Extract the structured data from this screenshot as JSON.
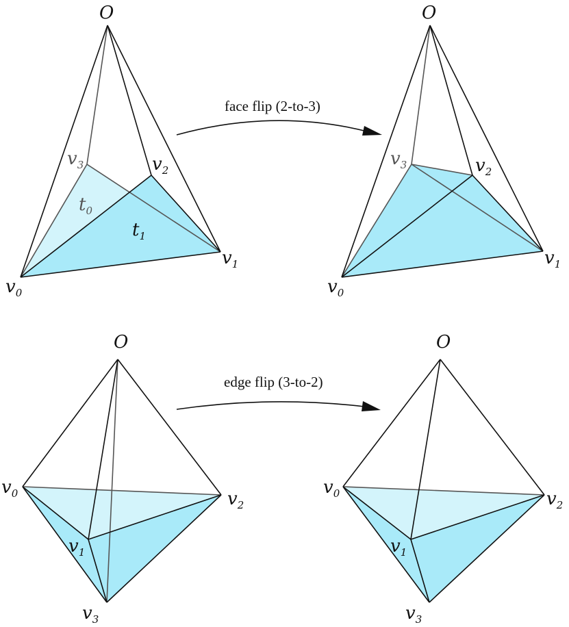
{
  "captions": {
    "face_flip": "face flip (2-to-3)",
    "edge_flip": "edge flip (3-to-2)"
  },
  "labels": {
    "O": "O",
    "v": "v",
    "t": "t",
    "sub0": "0",
    "sub1": "1",
    "sub2": "2",
    "sub3": "3"
  },
  "colors": {
    "face_front": "#a9eaf9",
    "face_back": "#d3f4fb",
    "edge": "#111111",
    "hidden_edge": "#555555"
  }
}
